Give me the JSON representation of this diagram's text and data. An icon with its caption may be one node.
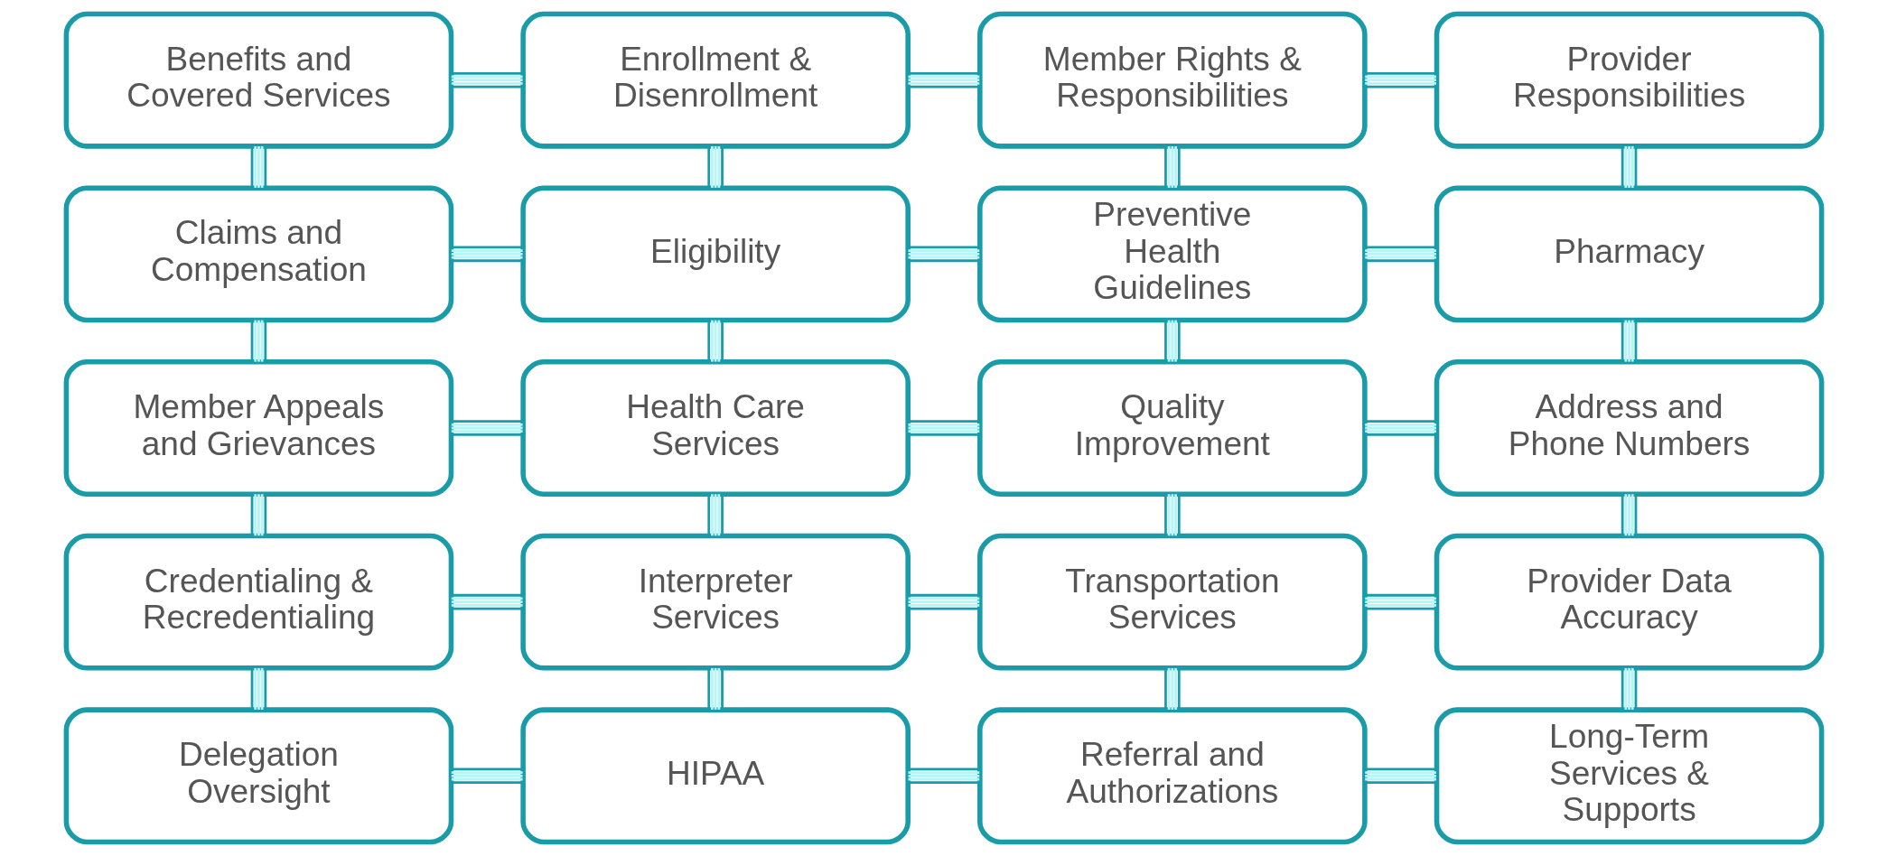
{
  "diagram": {
    "nodes": [
      {
        "text": [
          "Benefits and Covered Services"
        ]
      },
      {
        "text": [
          "Enrollment & Disenrollment"
        ]
      },
      {
        "text": [
          "Member Rights & Responsibilities"
        ]
      },
      {
        "text": [
          "Provider Responsibilities"
        ]
      },
      {
        "text": [
          "Claims and Compensation"
        ]
      },
      {
        "text": [
          "Eligibility"
        ]
      },
      {
        "text": [
          "Preventive Health Guidelines"
        ]
      },
      {
        "text": [
          "Pharmacy"
        ]
      },
      {
        "text": [
          "Member Appeals and Grievances"
        ]
      },
      {
        "text": [
          "Health Care Services"
        ]
      },
      {
        "text": [
          "Quality Improvement"
        ]
      },
      {
        "text": [
          "Address and Phone Numbers"
        ]
      },
      {
        "text": [
          "Credentialing & Recredentialing"
        ]
      },
      {
        "text": [
          "Interpreter Services"
        ]
      },
      {
        "text": [
          "Transportation Services"
        ]
      },
      {
        "text": [
          "Provider Data Accuracy"
        ]
      },
      {
        "text": [
          "Delegation Oversight"
        ]
      },
      {
        "text": [
          "HIPAA"
        ]
      },
      {
        "text": [
          "Referral and Authorizations"
        ]
      },
      {
        "text": [
          "Long-Term Services & Supports"
        ]
      }
    ],
    "edges": [
      {
        "from": 0,
        "to": 1,
        "arrow": "none"
      },
      {
        "from": 1,
        "to": 2,
        "arrow": "none"
      },
      {
        "from": 2,
        "to": 3,
        "arrow": "none"
      },
      {
        "from": 0,
        "to": 4,
        "arrow": "none"
      },
      {
        "from": 1,
        "to": 5,
        "arrow": "none"
      },
      {
        "from": 2,
        "to": 6,
        "arrow": "none"
      },
      {
        "from": 3,
        "to": 7,
        "arrow": "none"
      },
      {
        "from": 4,
        "to": 5,
        "arrow": "none"
      },
      {
        "from": 5,
        "to": 6,
        "arrow": "none"
      },
      {
        "from": 6,
        "to": 7,
        "arrow": "none"
      },
      {
        "from": 4,
        "to": 8,
        "arrow": "none"
      },
      {
        "from": 5,
        "to": 9,
        "arrow": "none"
      },
      {
        "from": 6,
        "to": 10,
        "arrow": "none"
      },
      {
        "from": 7,
        "to": 11,
        "arrow": "none"
      },
      {
        "from": 8,
        "to": 9,
        "arrow": "none"
      },
      {
        "from": 9,
        "to": 10,
        "arrow": "none"
      },
      {
        "from": 10,
        "to": 11,
        "arrow": "none"
      },
      {
        "from": 8,
        "to": 12,
        "arrow": "none"
      },
      {
        "from": 9,
        "to": 13,
        "arrow": "none"
      },
      {
        "from": 10,
        "to": 14,
        "arrow": "none"
      },
      {
        "from": 11,
        "to": 15,
        "arrow": "none"
      },
      {
        "from": 12,
        "to": 13,
        "arrow": "none"
      },
      {
        "from": 13,
        "to": 14,
        "arrow": "none"
      },
      {
        "from": 14,
        "to": 15,
        "arrow": "none"
      },
      {
        "from": 12,
        "to": 16,
        "arrow": "none"
      },
      {
        "from": 13,
        "to": 17,
        "arrow": "none"
      },
      {
        "from": 14,
        "to": 18,
        "arrow": "none"
      },
      {
        "from": 15,
        "to": 19,
        "arrow": "none"
      },
      {
        "from": 16,
        "to": 17,
        "arrow": "none"
      },
      {
        "from": 17,
        "to": 18,
        "arrow": "none"
      },
      {
        "from": 18,
        "to": 19,
        "arrow": "none"
      }
    ]
  }
}
